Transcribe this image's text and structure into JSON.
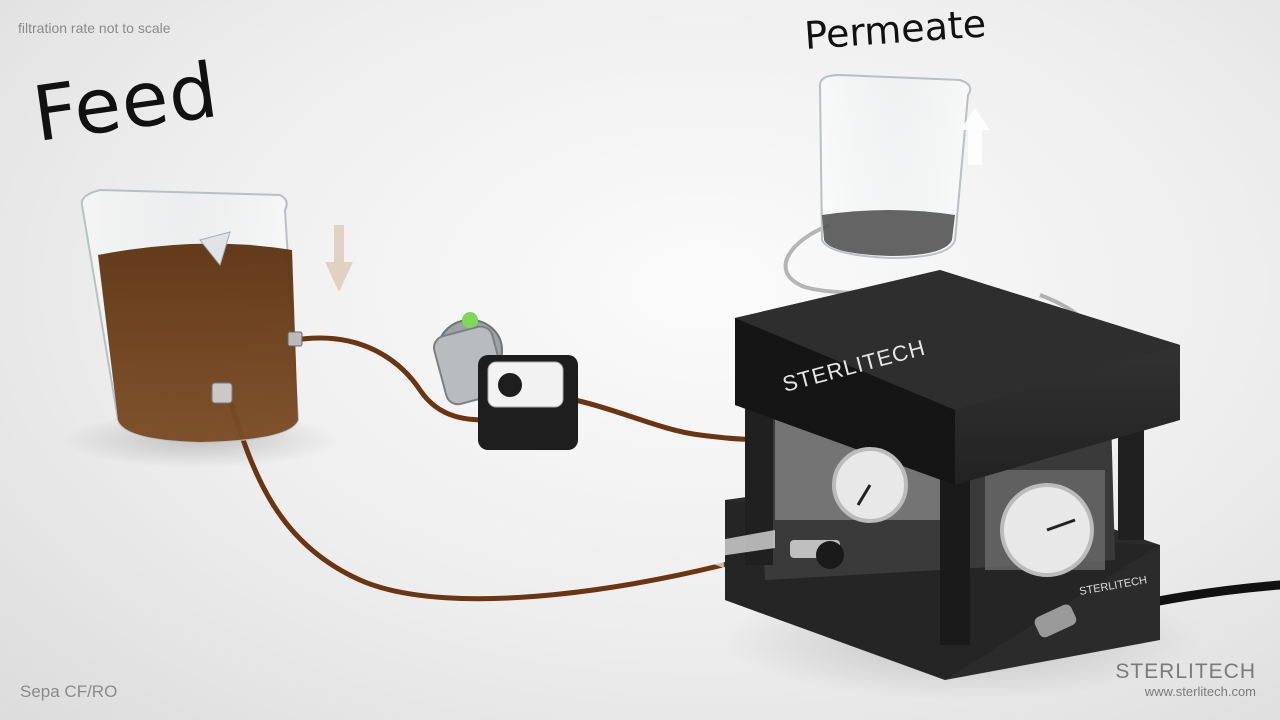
{
  "caption": "filtration rate not to scale",
  "labels": {
    "feed": "Feed",
    "permeate": "Permeate"
  },
  "model": "Sepa CF/RO",
  "brand": {
    "logo_text": "STERLITECH",
    "url": "www.sterlitech.com",
    "cell_logo": "STERLITECH"
  },
  "colors": {
    "feed_liquid": "#6b3a14",
    "tubing": "#6a3510",
    "cell_body": "#2a2a2a",
    "background": "#f4f4f4"
  }
}
